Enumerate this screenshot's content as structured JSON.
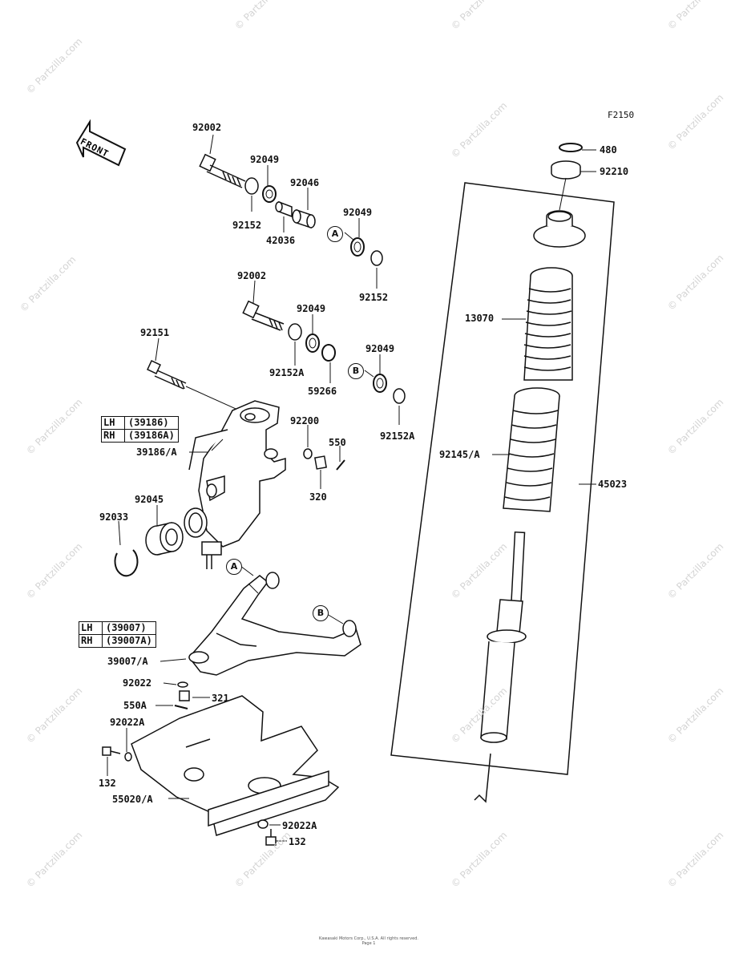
{
  "figure_code": "F2150",
  "front_label": "FRONT",
  "watermark": "© Partzilla.com",
  "circle_refs": [
    "A",
    "B"
  ],
  "callouts": {
    "c92002_top": "92002",
    "c92049_top": "92049",
    "c92046": "92046",
    "c92152_left": "92152",
    "c42036": "42036",
    "c92049_mid": "92049",
    "c92152_right": "92152",
    "c92002_low": "92002",
    "c92049_low": "92049",
    "c92151": "92151",
    "c92152a_left": "92152A",
    "c92049_low2": "92049",
    "c59266": "59266",
    "c92152a_right": "92152A",
    "c92200": "92200",
    "c550": "550",
    "c39186a": "39186/A",
    "c320": "320",
    "c92045": "92045",
    "c92033": "92033",
    "c39007a": "39007/A",
    "c92022": "92022",
    "c321": "321",
    "c550a": "550A",
    "c92022a": "92022A",
    "c132_left": "132",
    "c55020a": "55020/A",
    "c92022a_bottom": "92022A",
    "c132_bottom": "132",
    "c480": "480",
    "c92210": "92210",
    "c13070": "13070",
    "c92145a": "92145/A",
    "c45023": "45023"
  },
  "side_tables": [
    {
      "rows": [
        {
          "side": "LH",
          "part": "(39186)"
        },
        {
          "side": "RH",
          "part": "(39186A)"
        }
      ]
    },
    {
      "rows": [
        {
          "side": "LH",
          "part": "(39007)"
        },
        {
          "side": "RH",
          "part": "(39007A)"
        }
      ]
    }
  ],
  "footer": {
    "line1": "Kawasaki Motors Corp., U.S.A. All rights reserved.",
    "line2": "Page 1"
  }
}
